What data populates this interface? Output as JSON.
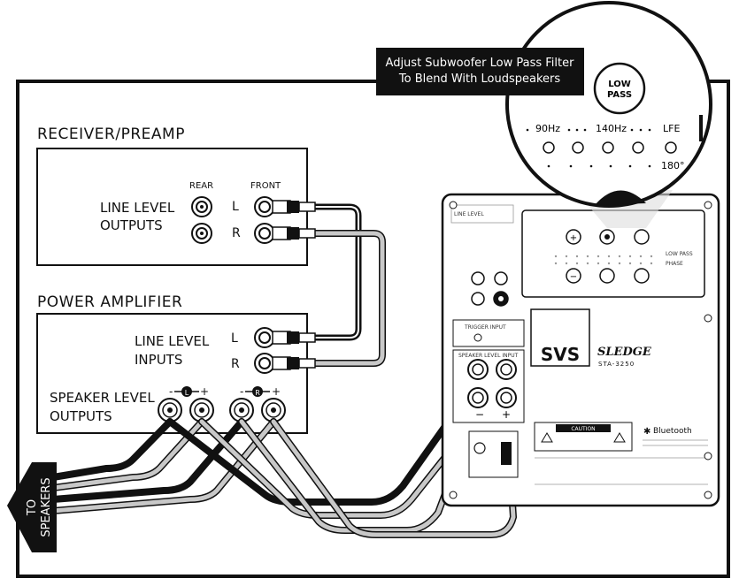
{
  "callout": {
    "line1": "Adjust Subwoofer Low Pass Filter",
    "line2": "To Blend With Loudspeakers"
  },
  "zoom": {
    "knob_label_1": "LOW",
    "knob_label_2": "PASS",
    "freq_90": "90Hz",
    "freq_140": "140Hz",
    "freq_lfe": "LFE",
    "phase_180": "180°"
  },
  "receiver": {
    "title": "RECEIVER/PREAMP",
    "outputs_line1": "LINE LEVEL",
    "outputs_line2": "OUTPUTS",
    "rear": "REAR",
    "front": "FRONT",
    "left": "L",
    "right": "R"
  },
  "amplifier": {
    "title": "POWER AMPLIFIER",
    "inputs_line1": "LINE LEVEL",
    "inputs_line2": "INPUTS",
    "left": "L",
    "right": "R",
    "speaker_line1": "SPEAKER LEVEL",
    "speaker_line2": "OUTPUTS",
    "minus": "-",
    "plus": "+"
  },
  "speakers": {
    "line1": "TO",
    "line2": "SPEAKERS"
  },
  "subwoofer": {
    "brand": "SVS",
    "model": "SLEDGE",
    "model_number": "STA-3250",
    "bluetooth": "Bluetooth",
    "caution": "CAUTION",
    "line_level": "LINE LEVEL",
    "speaker_level_input": "SPEAKER LEVEL INPUT",
    "trigger_input": "TRIGGER INPUT",
    "low_pass": "LOW PASS",
    "phase": "PHASE"
  }
}
